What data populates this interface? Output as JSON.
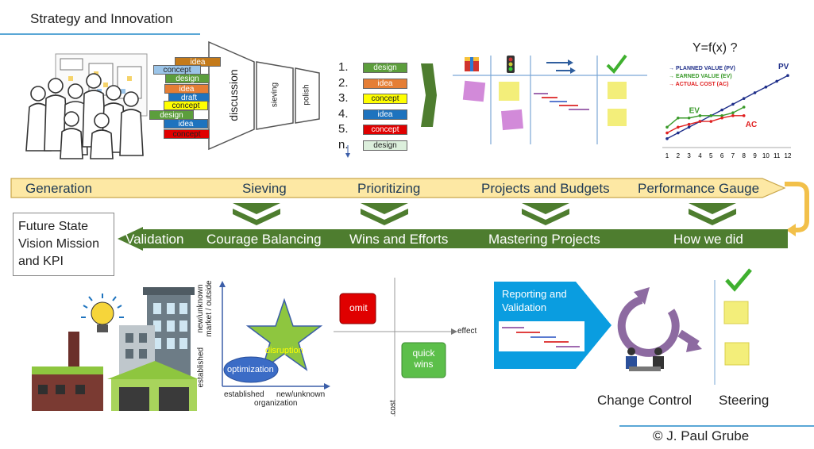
{
  "header": {
    "title": "Strategy and Innovation"
  },
  "footer": {
    "copyright": "© J. Paul Grube"
  },
  "top_flow": {
    "tags": [
      "idea",
      "concept",
      "design",
      "idea",
      "draft",
      "concept",
      "design",
      "idea",
      "concept"
    ],
    "funnel": [
      "discussion",
      "sieving",
      "polish"
    ],
    "ranked": [
      {
        "num": "1.",
        "label": "design",
        "color": "#5c9e3c"
      },
      {
        "num": "2.",
        "label": "idea",
        "color": "#e57e35"
      },
      {
        "num": "3.",
        "label": "concept",
        "color": "#ffff00"
      },
      {
        "num": "4.",
        "label": "idea",
        "color": "#1e73be"
      },
      {
        "num": "5.",
        "label": "concept",
        "color": "#e00000"
      },
      {
        "num": "n.",
        "label": "design",
        "color": "#dcefdc"
      }
    ]
  },
  "chart_data": {
    "type": "line",
    "title": "Y=f(x) ?",
    "x": [
      1,
      2,
      3,
      4,
      5,
      6,
      7,
      8,
      9,
      10,
      11,
      12
    ],
    "series": [
      {
        "name": "PLANNED VALUE (PV)",
        "label": "PV",
        "color": "#1f2f8a",
        "values": [
          1,
          2,
          3,
          4,
          5,
          6,
          7,
          8,
          9,
          10,
          11,
          12
        ]
      },
      {
        "name": "EARNED VALUE (EV)",
        "label": "EV",
        "color": "#3a9a2a",
        "values": [
          3,
          4.6,
          4.6,
          5,
          5,
          5,
          5.5,
          6.5
        ]
      },
      {
        "name": "ACTUAL COST (AC)",
        "label": "AC",
        "color": "#e02020",
        "values": [
          2,
          3,
          3.5,
          4,
          4,
          4.6,
          5,
          5
        ]
      }
    ],
    "ylim": [
      0,
      13
    ]
  },
  "stages_top": [
    "Generation",
    "Sieving",
    "Prioritizing",
    "Projects and Budgets",
    "Performance Gauge"
  ],
  "stages_bottom": [
    "Validation",
    "Courage Balancing",
    "Wins and Efforts",
    "Mastering Projects",
    "How we did"
  ],
  "future_state": "Future State\nVision Mission\nand KPI",
  "portfolio": {
    "y_axis": "new/unknown\nmarket / outside",
    "y_axis_low": "established",
    "x_low": "established",
    "x_high": "new/unknown",
    "x_axis": "organization",
    "star": "disruption",
    "ellipse": "optimization"
  },
  "effort": {
    "omit": "omit",
    "quick": "quick\nwins",
    "effect": "effect",
    "cost": "cost"
  },
  "reporting": "Reporting and\nValidation",
  "change_control": "Change Control",
  "steering": "Steering",
  "colors": {
    "banner_top": "#fde8a4",
    "banner_bottom": "#4e7d2f",
    "chevron": "#4e7d2f",
    "arrow_dark": "#3f6c2a",
    "blue_pent": "#0a9de0",
    "purple": "#8d6aa1"
  }
}
